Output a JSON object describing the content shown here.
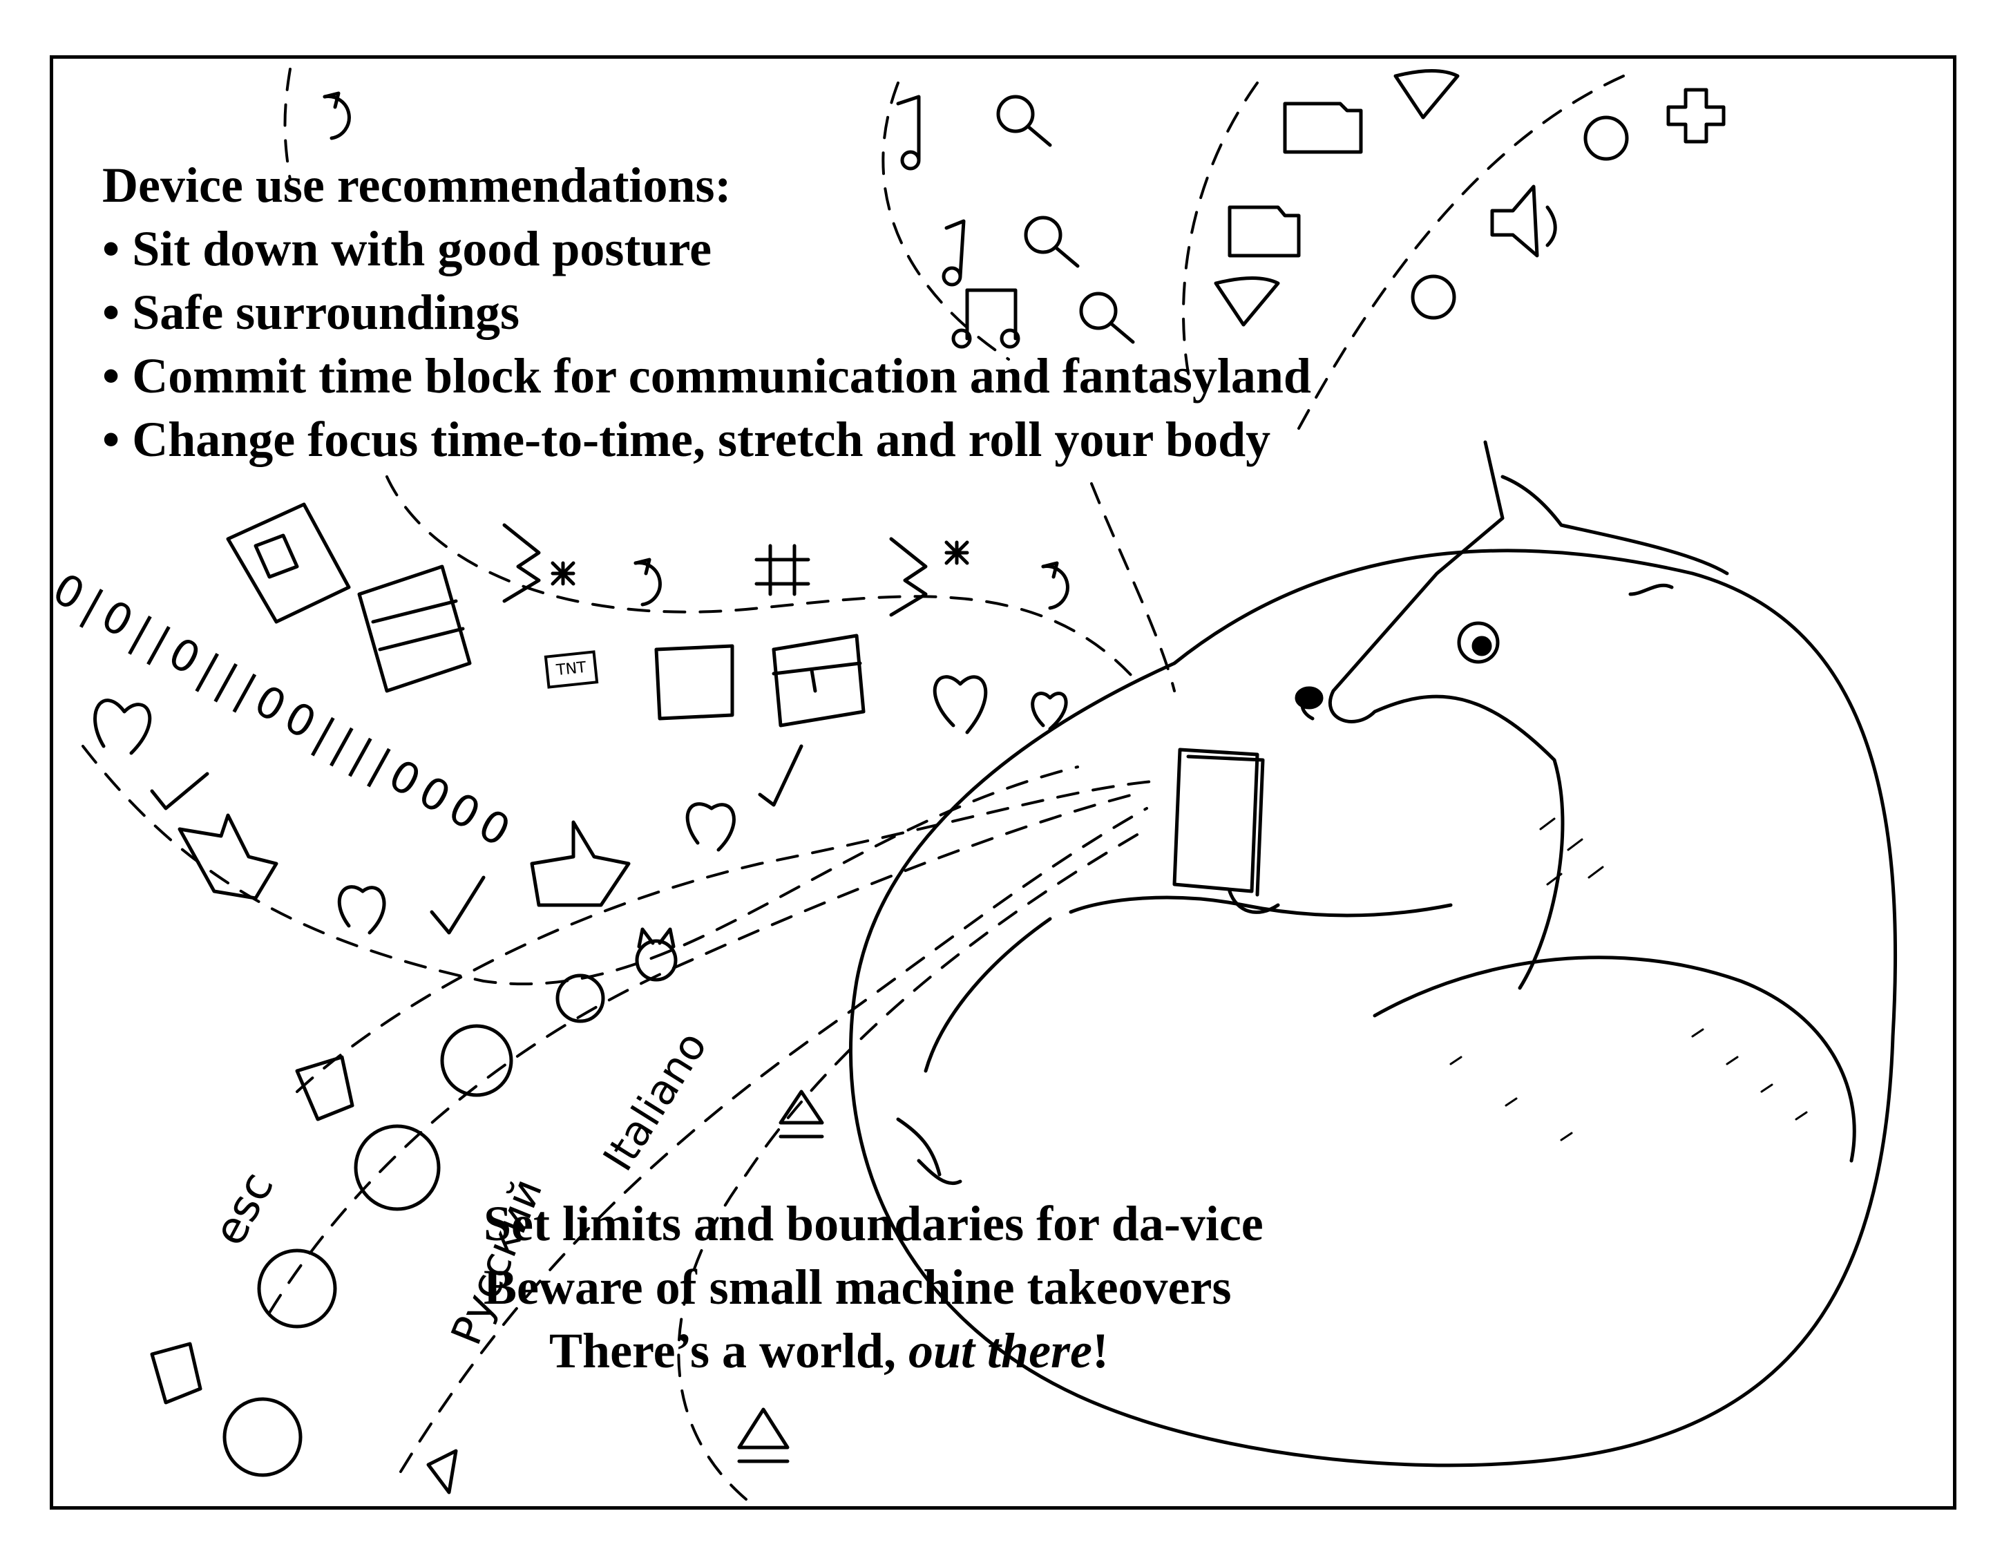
{
  "recommendations": {
    "title": "Device use recommendations:",
    "items": [
      "• Sit down with good posture",
      "• Safe surroundings",
      "• Commit time block for communication and fantasyland",
      "• Change focus time-to-time, stretch and roll your body"
    ]
  },
  "closing": {
    "line1": "Set limits and boundaries for da-vice",
    "line2": "Beware of small machine takeovers",
    "line3_start": "There’s a world, ",
    "line3_emph": "out there",
    "line3_end": "!"
  },
  "doodle_labels": {
    "esc": "esc",
    "russian": "Русский",
    "italian": "Italiano",
    "binary": "0|0||0|||00||||0000",
    "tnt": "TNT"
  },
  "icons": [
    "refresh-icon",
    "music-note-icon",
    "search-icon",
    "folder-icon",
    "wifi-icon",
    "help-icon",
    "plus-cross-icon",
    "speaker-icon",
    "map-icon",
    "bandage-icon",
    "bluetooth-icon",
    "command-key-icon",
    "heart-icon",
    "checkmark-icon",
    "thumbs-up-icon",
    "chest-icon",
    "smiley-icon",
    "cat-emoji-icon",
    "eject-icon",
    "close-tab-icon"
  ],
  "colors": {
    "ink": "#000000",
    "paper": "#ffffff"
  }
}
